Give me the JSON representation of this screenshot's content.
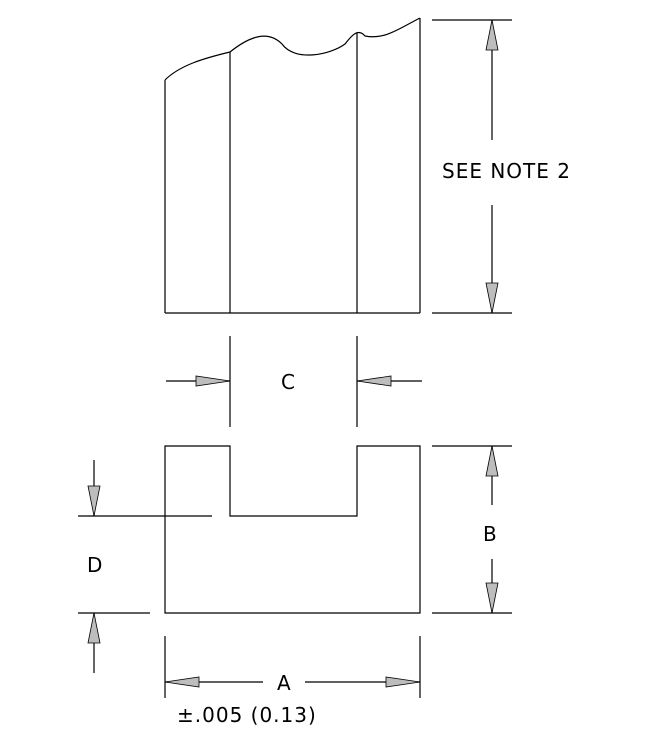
{
  "dimensions": {
    "height_note": "SEE NOTE 2",
    "slot_width": "C",
    "body_height": "B",
    "slot_depth": "D",
    "overall_width": "A",
    "tolerance": "±.005 (0.13)"
  },
  "colors": {
    "line": "#000000",
    "arrow_fill": "#bdbdbd",
    "background": "#ffffff"
  }
}
